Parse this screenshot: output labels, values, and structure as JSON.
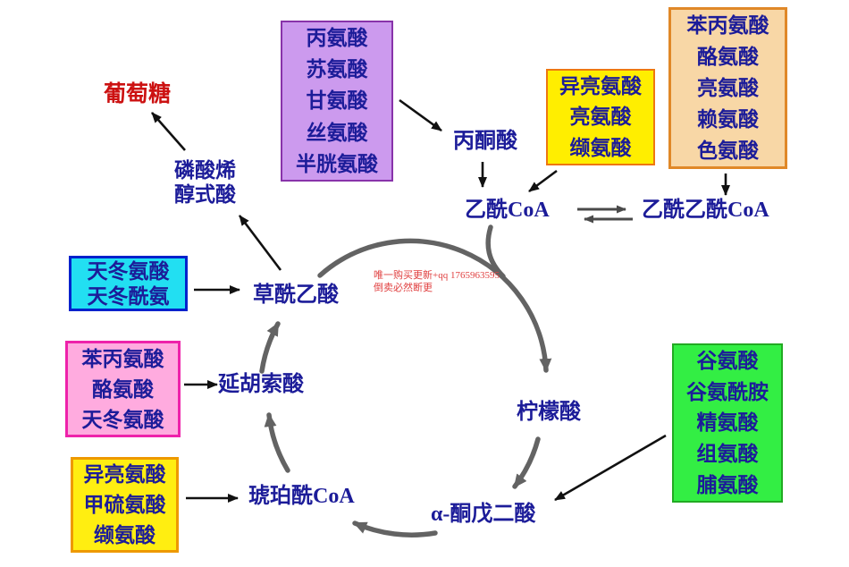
{
  "watermark": {
    "line1": "唯一购买更新+qq 1765963595",
    "line2": "倒卖必然断更"
  },
  "nodes": {
    "glucose": "葡萄糖",
    "pep_line1": "磷酸烯",
    "pep_line2": "醇式酸",
    "pyruvate": "丙酮酸",
    "acetyl_coa": "乙酰CoA",
    "acetoacetyl_coa": "乙酰乙酰CoA",
    "oxaloacetate": "草酰乙酸",
    "fumarate": "延胡索酸",
    "succinyl_coa": "琥珀酰CoA",
    "alpha_ketoglutarate": "α-酮戊二酸",
    "citrate": "柠檬酸"
  },
  "boxes": {
    "pyruvate_group": {
      "items": [
        "丙氨酸",
        "苏氨酸",
        "甘氨酸",
        "丝氨酸",
        "半胱氨酸"
      ],
      "fill": "#cc9aee",
      "border": "#8833aa"
    },
    "acetylcoa_group": {
      "items": [
        "异亮氨酸",
        "亮氨酸",
        "缬氨酸"
      ],
      "fill": "#ffee00",
      "border": "#ee7711"
    },
    "acetoacetylcoa_group": {
      "items": [
        "苯丙氨酸",
        "酪氨酸",
        "亮氨酸",
        "赖氨酸",
        "色氨酸"
      ],
      "fill": "#f8d7a6",
      "border": "#e08828"
    },
    "oxaloacetate_group": {
      "items": [
        "天冬氨酸",
        "天冬酰氨"
      ],
      "fill": "#22dff2",
      "border": "#0022cc"
    },
    "fumarate_group": {
      "items": [
        "苯丙氨酸",
        "酪氨酸",
        "天冬氨酸"
      ],
      "fill": "#ffabdf",
      "border": "#ee22aa"
    },
    "succinylcoa_group": {
      "items": [
        "异亮氨酸",
        "甲硫氨酸",
        "缬氨酸"
      ],
      "fill": "#ffee11",
      "border": "#ee9900"
    },
    "ketoglutarate_group": {
      "items": [
        "谷氨酸",
        "谷氨酰胺",
        "精氨酸",
        "组氨酸",
        "脯氨酸"
      ],
      "fill": "#33ee44",
      "border": "#22aa22"
    }
  },
  "colors": {
    "label_text": "#1c1c99",
    "glucose_text": "#cc1111",
    "watermark_text": "#e04040",
    "cycle_stroke": "#636363",
    "arrow_stroke": "#111111"
  }
}
